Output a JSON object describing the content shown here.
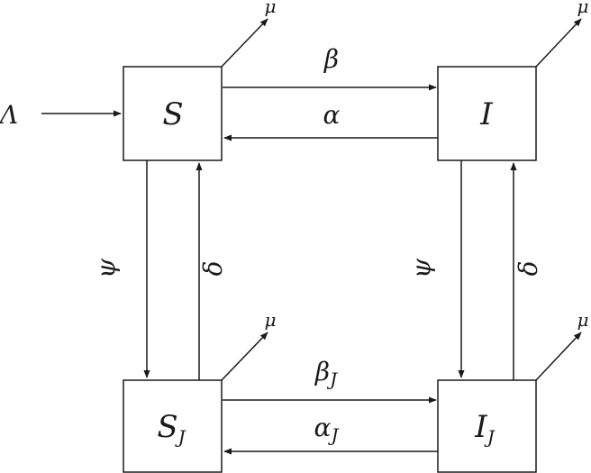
{
  "nodes": {
    "s": {
      "main": "S",
      "sub": ""
    },
    "i": {
      "main": "I",
      "sub": ""
    },
    "sj": {
      "main": "S",
      "sub": "J"
    },
    "ij": {
      "main": "I",
      "sub": "J"
    }
  },
  "edges": {
    "lambda": {
      "main": "Λ",
      "sub": ""
    },
    "beta": {
      "main": "β",
      "sub": ""
    },
    "alpha": {
      "main": "α",
      "sub": ""
    },
    "beta_j": {
      "main": "β",
      "sub": "J"
    },
    "alpha_j": {
      "main": "α",
      "sub": "J"
    },
    "psi_left": {
      "main": "ψ",
      "sub": ""
    },
    "delta_left": {
      "main": "δ",
      "sub": ""
    },
    "psi_right": {
      "main": "ψ",
      "sub": ""
    },
    "delta_right": {
      "main": "δ",
      "sub": ""
    },
    "mu_s": {
      "main": "μ",
      "sub": ""
    },
    "mu_i": {
      "main": "μ",
      "sub": ""
    },
    "mu_sj": {
      "main": "μ",
      "sub": ""
    },
    "mu_ij": {
      "main": "μ",
      "sub": ""
    }
  },
  "colors": {
    "stroke": "#1a1a1a",
    "background": "#ffffff"
  }
}
